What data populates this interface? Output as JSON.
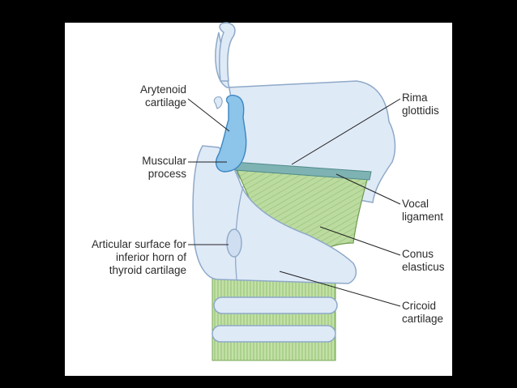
{
  "labels": {
    "arytenoid": [
      "Arytenoid",
      "cartilage"
    ],
    "muscular": [
      "Muscular",
      "process"
    ],
    "articular": [
      "Articular surface for",
      "inferior horn of",
      "thyroid cartilage"
    ],
    "rima": [
      "Rima",
      "glottidis"
    ],
    "vocal": [
      "Vocal",
      "ligament"
    ],
    "conus": [
      "Conus",
      "elasticus"
    ],
    "cricoid": [
      "Cricoid",
      "cartilage"
    ]
  },
  "colors": {
    "background": "#000000",
    "panel": "#ffffff",
    "cartilage_fill": "#dfeaf7",
    "cartilage_stroke": "#8ea9c8",
    "arytenoid_fill": "#8cc4ea",
    "arytenoid_stroke": "#3a86c2",
    "membrane_fill": "#b9d89b",
    "membrane_stroke": "#6d9a4f",
    "ligament_fill": "#7fb3b3",
    "leader_line": "#222222",
    "label_text": "#2b2b2b"
  }
}
